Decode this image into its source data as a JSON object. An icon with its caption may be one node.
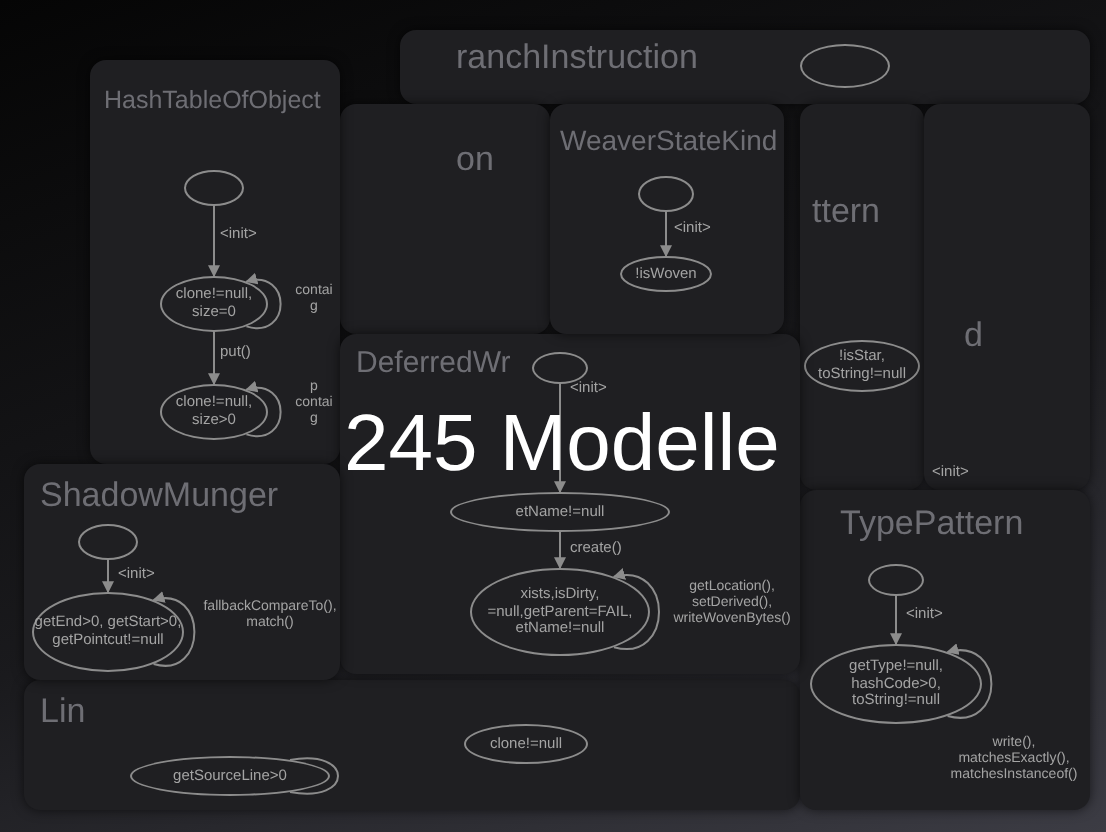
{
  "diagram": {
    "title": "245 Modelle",
    "nodes": [
      {
        "text": [
          "ranchInstruction"
        ]
      },
      {
        "text": [],
        "shape": "circle",
        "in": 0
      },
      {
        "text": [
          "on"
        ]
      },
      {
        "text": [
          "ttern"
        ]
      },
      {
        "text": [
          "!isStar, toString!=null"
        ],
        "in": 3
      },
      {
        "text": [
          "d"
        ]
      },
      {
        "text": [
          "Lin"
        ]
      },
      {
        "text": [
          "getSourceLine>0"
        ],
        "in": 6
      },
      {
        "text": [
          "clone!=null"
        ],
        "in": 6
      },
      {
        "text": [
          "HashTableOfObject"
        ]
      },
      {
        "text": [],
        "shape": "circle",
        "in": 9
      },
      {
        "text": [
          "clone!=null, size=0"
        ],
        "in": 9
      },
      {
        "text": [
          "clone!=null, size>0"
        ],
        "in": 9
      },
      {
        "text": [
          "DeferredWr"
        ]
      },
      {
        "text": [],
        "shape": "circle",
        "in": 13
      },
      {
        "text": [
          "etName!=null"
        ],
        "in": 13
      },
      {
        "text": [
          "xists,isDirty, =null,getParent=FAIL, etName!=null"
        ],
        "in": 13
      },
      {
        "text": [
          "WeaverStateKind"
        ]
      },
      {
        "text": [],
        "shape": "circle",
        "in": 17
      },
      {
        "text": [
          "!isWoven"
        ],
        "in": 17
      },
      {
        "text": [
          "ShadowMunger"
        ]
      },
      {
        "text": [],
        "shape": "circle",
        "in": 20
      },
      {
        "text": [
          "getEnd>0, getStart>0, getPointcut!=null"
        ],
        "in": 20
      },
      {
        "text": [
          "TypePattern"
        ]
      },
      {
        "text": [],
        "shape": "circle",
        "in": 23
      },
      {
        "text": [
          "getType!=null, hashCode>0, toString!=null"
        ],
        "in": 23
      }
    ],
    "edges": [
      {
        "from": 10,
        "to": 11,
        "arrow": "to",
        "label": "<init>"
      },
      {
        "from": 11,
        "to": 11,
        "arrow": "to",
        "label": "contai g"
      },
      {
        "from": 11,
        "to": 12,
        "arrow": "to",
        "label": "put()"
      },
      {
        "from": 12,
        "to": 12,
        "arrow": "to",
        "label": "p contai g"
      },
      {
        "from": 14,
        "to": 15,
        "arrow": "to",
        "label": "<init>"
      },
      {
        "from": 15,
        "to": 16,
        "arrow": "to",
        "label": "create()"
      },
      {
        "from": 16,
        "to": 16,
        "arrow": "to",
        "label": "getLocation(), setDerived(), writeWovenBytes()"
      },
      {
        "from": 18,
        "to": 19,
        "arrow": "to",
        "label": "<init>"
      },
      {
        "from": 21,
        "to": 22,
        "arrow": "to",
        "label": "<init>"
      },
      {
        "from": 22,
        "to": 22,
        "arrow": "to",
        "label": "fallbackCompareTo(), match()"
      },
      {
        "from": 24,
        "to": 25,
        "arrow": "to",
        "label": "<init>"
      },
      {
        "from": 25,
        "to": 25,
        "arrow": "to",
        "label": "write(), matchesExactly(), matchesInstanceof()"
      },
      {
        "from": 7,
        "to": 7,
        "arrow": "none"
      }
    ],
    "labels": [
      "<init>"
    ]
  }
}
